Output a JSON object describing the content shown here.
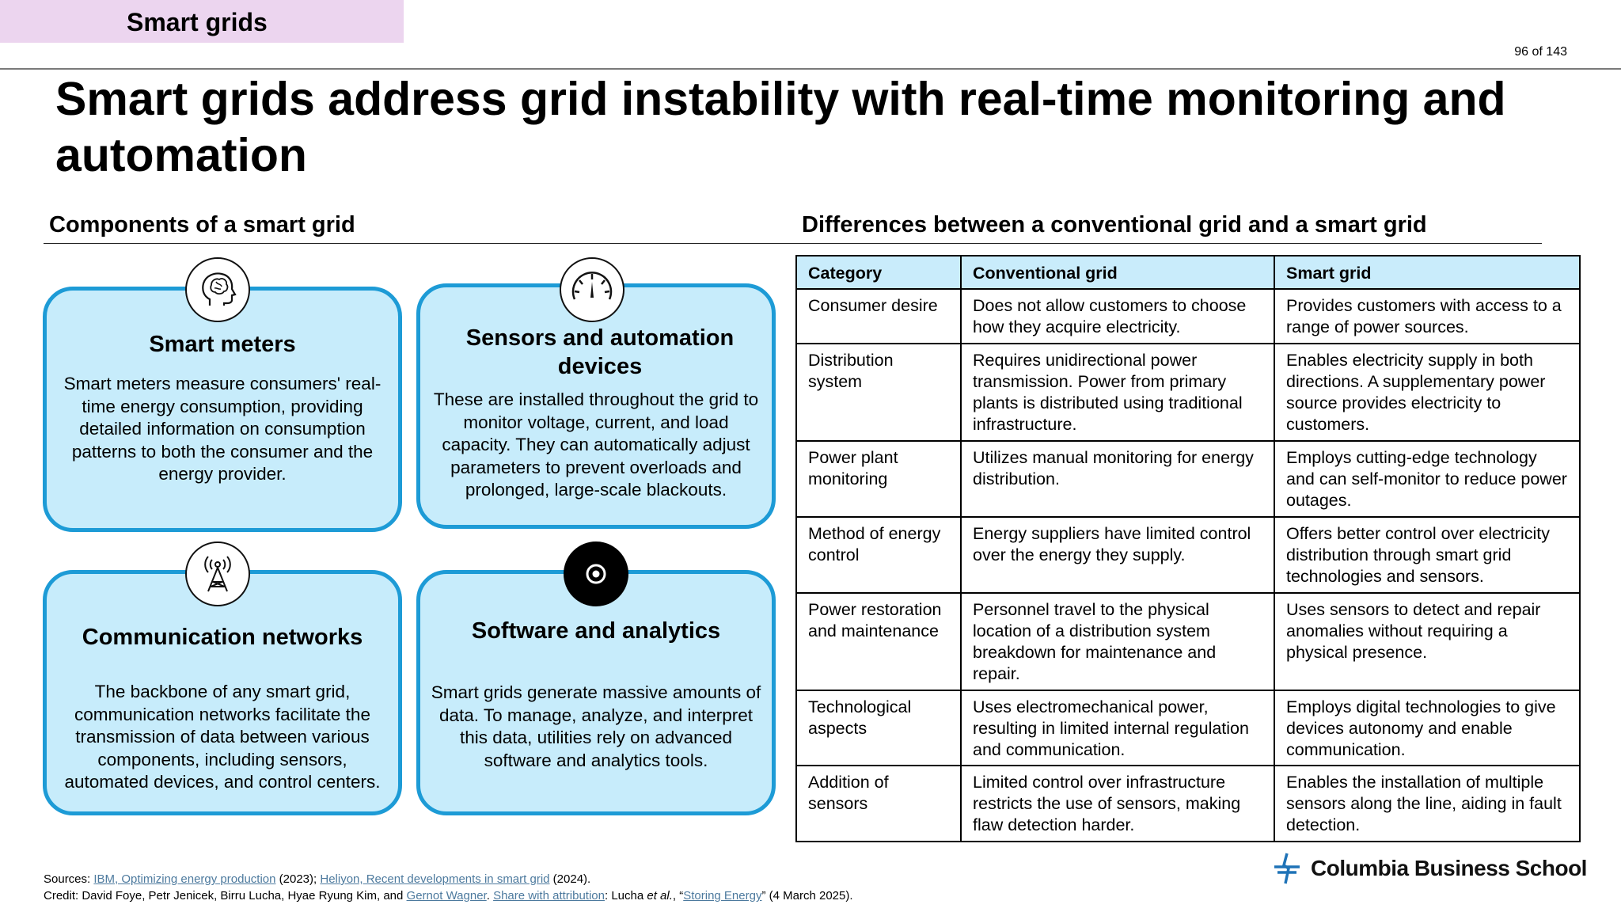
{
  "header": {
    "section_tab": "Smart grids",
    "page_number": "96 of 143",
    "title": "Smart grids address grid instability with real-time monitoring and automation"
  },
  "left": {
    "heading": "Components of a smart grid",
    "cards": [
      {
        "title": "Smart meters",
        "body": "Smart meters measure consumers' real-time energy consumption, providing detailed information on consumption patterns to both the consumer and the energy provider.",
        "icon": "brain-head-icon"
      },
      {
        "title": "Sensors and automation devices",
        "body": "These are installed throughout the grid to monitor voltage, current, and load capacity. They can automatically adjust parameters to prevent overloads and prolonged, large-scale blackouts.",
        "icon": "gauge-icon"
      },
      {
        "title": "Communication networks",
        "body": "The backbone of any smart grid, communication networks facilitate the transmission of data between various components, including sensors, automated devices, and control centers.",
        "icon": "antenna-tower-icon"
      },
      {
        "title": "Software and analytics",
        "body": "Smart grids generate massive amounts of data. To manage, analyze, and interpret this data, utilities rely on advanced software and analytics tools.",
        "icon": "target-icon"
      }
    ]
  },
  "right": {
    "heading": "Differences between a conventional grid and a smart grid",
    "columns": [
      "Category",
      "Conventional grid",
      "Smart grid"
    ],
    "rows": [
      [
        "Consumer desire",
        "Does not allow customers to choose how they acquire electricity.",
        "Provides customers with access to a range of power sources."
      ],
      [
        "Distribution system",
        "Requires unidirectional power transmission. Power from primary plants is distributed using traditional infrastructure.",
        "Enables electricity supply in both directions. A supplementary power source provides electricity to customers."
      ],
      [
        "Power plant monitoring",
        "Utilizes manual monitoring for energy distribution.",
        "Employs cutting-edge technology and can self-monitor to reduce power outages."
      ],
      [
        "Method of energy control",
        "Energy suppliers have limited control over the energy they supply.",
        "Offers better control over electricity distribution through smart grid technologies and sensors."
      ],
      [
        "Power restoration and maintenance",
        "Personnel travel to the physical location of a distribution system breakdown for maintenance and repair.",
        "Uses sensors to detect and repair anomalies without requiring a physical presence."
      ],
      [
        "Technological aspects",
        "Uses electromechanical power, resulting in limited internal regulation and communication.",
        "Employs digital technologies to give devices autonomy and enable communication."
      ],
      [
        "Addition of sensors",
        "Limited control over infrastructure restricts the use of sensors, making flaw detection harder.",
        "Enables the installation of multiple sensors along the line, aiding in fault detection."
      ]
    ]
  },
  "footer": {
    "sources_label": "Sources: ",
    "source1": "IBM, Optimizing energy production",
    "source1_year": " (2023); ",
    "source2": "Heliyon, Recent developments in smart grid",
    "source2_year": " (2024).",
    "credit_prefix": "Credit: David Foye, Petr Jenicek, Birru Lucha, Hyae Ryung Kim, and ",
    "credit_link": "Gernot Wagner",
    "credit_sep": ". ",
    "share_link": "Share with attribution",
    "credit_mid": ": Lucha ",
    "et_al": "et al.",
    "credit_quote_open": ", “",
    "storing_link": "Storing Energy",
    "credit_end": "” (4 March 2025).",
    "logo_text": "Columbia Business School"
  },
  "colors": {
    "card_fill": "#c7ecfb",
    "card_border": "#1d9bd6",
    "tab_fill": "#ecd5ef",
    "table_header": "#c9ecfb",
    "link": "#4d7a9e"
  }
}
